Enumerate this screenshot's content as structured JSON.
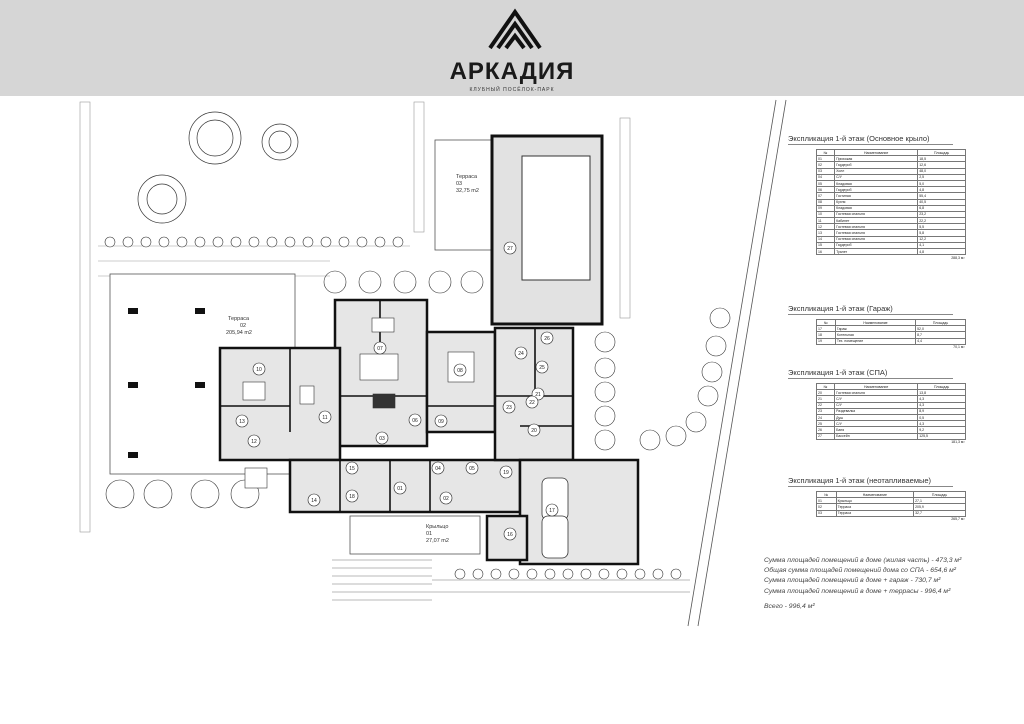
{
  "brand": {
    "name": "АРКАДИЯ",
    "tagline": "КЛУБНЫЙ ПОСЁЛОК-ПАРК"
  },
  "terraces": [
    {
      "name": "Терраса",
      "num": "03",
      "area": "32,75 m2"
    },
    {
      "name": "Терраса",
      "num": "02",
      "area": "205,94 m2"
    },
    {
      "name": "Крыльцо",
      "num": "01",
      "area": "27,07 m2"
    }
  ],
  "room_numbers": [
    "01",
    "02",
    "03",
    "04",
    "05",
    "06",
    "07",
    "08",
    "09",
    "10",
    "11",
    "12",
    "13",
    "14",
    "15",
    "16",
    "17",
    "18",
    "19",
    "20",
    "21",
    "22",
    "23",
    "24",
    "25",
    "26",
    "27"
  ],
  "legends": [
    {
      "title": "Экспликация 1-й этаж (Основное крыло)",
      "headers": [
        "№",
        "Наименование",
        "Площадь"
      ],
      "rows": [
        [
          "01",
          "Прихожая",
          "18,5"
        ],
        [
          "02",
          "Гардероб",
          "12,6"
        ],
        [
          "03",
          "Холл",
          "48,0"
        ],
        [
          "04",
          "С/У",
          "2,5"
        ],
        [
          "05",
          "Кладовая",
          "5,0"
        ],
        [
          "06",
          "Гардероб",
          "4,8"
        ],
        [
          "07",
          "Гостиная",
          "55,4"
        ],
        [
          "08",
          "Кухня",
          "40,5"
        ],
        [
          "09",
          "Кладовая",
          "6,8"
        ],
        [
          "10",
          "Гостевая спальня",
          "23,2"
        ],
        [
          "11",
          "Кабинет",
          "22,2"
        ],
        [
          "12",
          "Гостевая спальня",
          "5,5"
        ],
        [
          "13",
          "Гостевая спальня",
          "5,8"
        ],
        [
          "14",
          "Гостевая спальня",
          "12,2"
        ],
        [
          "15",
          "Гардероб",
          "4,1"
        ],
        [
          "16",
          "Туалет",
          "4,8"
        ]
      ],
      "total": "288,3 м²"
    },
    {
      "title": "Экспликация 1-й этаж (Гараж)",
      "headers": [
        "№",
        "Наименование",
        "Площадь"
      ],
      "rows": [
        [
          "17",
          "Гараж",
          "52,0"
        ],
        [
          "18",
          "Котельная",
          "8,7"
        ],
        [
          "19",
          "Тех. помещение",
          "4,4"
        ]
      ],
      "total": "70,1 м²"
    },
    {
      "title": "Экспликация 1-й этаж (СПА)",
      "headers": [
        "№",
        "Наименование",
        "Площадь"
      ],
      "rows": [
        [
          "20",
          "Гостевая спальня",
          "13,8"
        ],
        [
          "21",
          "С/У",
          "4,3"
        ],
        [
          "22",
          "С/У",
          "4,3"
        ],
        [
          "23",
          "Раздевалка",
          "8,9"
        ],
        [
          "24",
          "Душ",
          "0,5"
        ],
        [
          "25",
          "С/У",
          "4,3"
        ],
        [
          "26",
          "Баня",
          "9,2"
        ],
        [
          "27",
          "Бассейн",
          "125,5"
        ]
      ],
      "total": "181,3 м²"
    },
    {
      "title": "Экспликация 1-й этаж (неотапливаемые)",
      "headers": [
        "№",
        "Наименование",
        "Площадь"
      ],
      "rows": [
        [
          "01",
          "Крыльцо",
          "27,1"
        ],
        [
          "02",
          "Терраса",
          "205,9"
        ],
        [
          "03",
          "Терраса",
          "32,7"
        ]
      ],
      "total": "265,7 м²"
    }
  ],
  "summary": [
    "Сумма площадей помещений в доме (жилая часть) - 473,3 м²",
    "Общая сумма площадей помещений дома со СПА - 654,6  м²",
    "Сумма площадей помещений в доме + гараж - 730,7 м²",
    "Сумма площадей помещений в доме + террасы - 996,4 м²"
  ],
  "total_line": "Всего - 996,4 м²"
}
